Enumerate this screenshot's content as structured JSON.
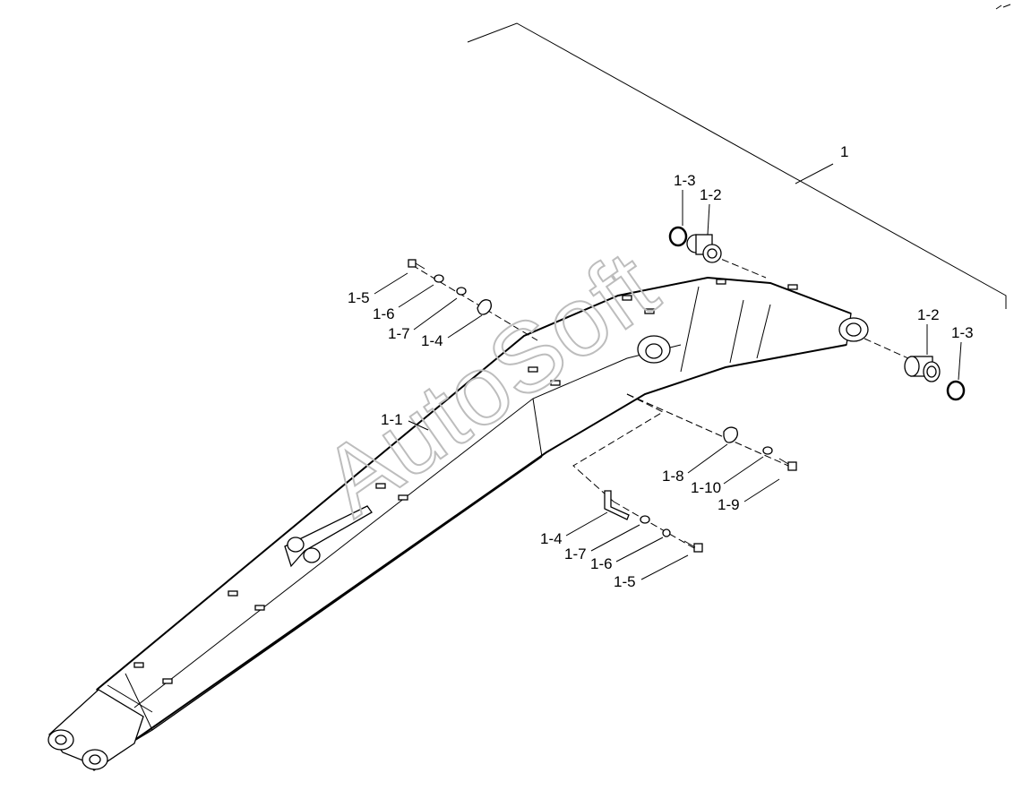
{
  "watermark": "AutoSoft",
  "labels": {
    "assembly": "1",
    "boom": "1-1",
    "bushing_top": "1-2",
    "ring_top": "1-3",
    "bushing_right": "1-2",
    "ring_right": "1-3",
    "bolt_upper": "1-5",
    "washer_upper": "1-6",
    "lockwasher_upper": "1-7",
    "clamp_upper": "1-4",
    "clamp_right": "1-8",
    "washer_right": "1-10",
    "bolt_right": "1-9",
    "bracket_lower": "1-4",
    "lockwasher_lower": "1-7",
    "washer_lower": "1-6",
    "bolt_lower": "1-5"
  }
}
